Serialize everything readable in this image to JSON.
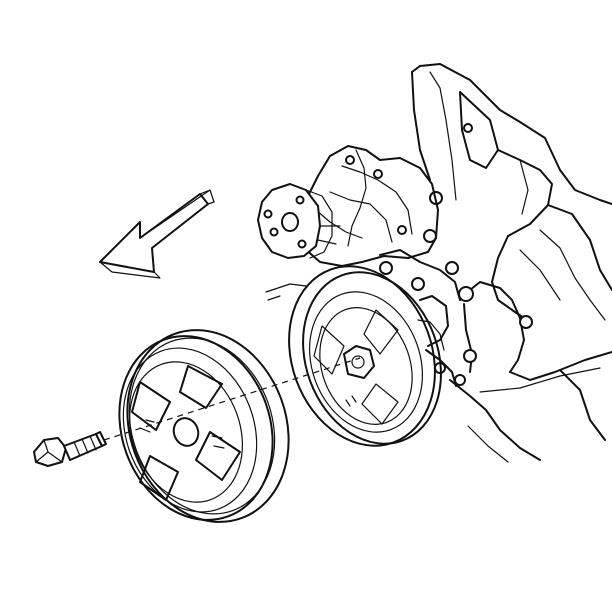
{
  "diagram": {
    "parts": [
      "direction-arrow",
      "crankshaft-pulley",
      "pulley-bolt",
      "crankshaft-balancer",
      "water-pump",
      "engine-block"
    ],
    "colors": {
      "ink": "#111111",
      "background": "#ffffff"
    }
  }
}
